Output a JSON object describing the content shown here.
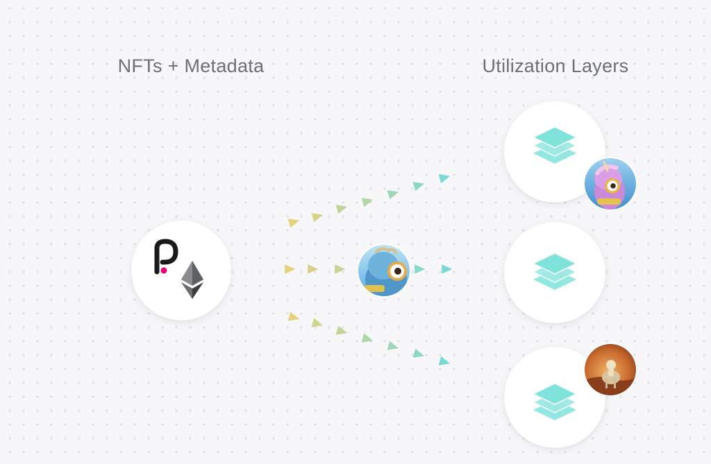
{
  "headings": {
    "left": "NFTs + Metadata",
    "right": "Utilization Layers"
  },
  "icons": {
    "source_chain_1": "polkadot-icon",
    "source_chain_2": "ethereum-icon",
    "layer": "layers-stack-icon",
    "nft_in_transit": "blue-creature-nft-avatar",
    "nft_top": "purple-unicorn-nft-avatar",
    "nft_bottom": "desert-rider-nft-avatar"
  },
  "colors": {
    "polkadot_accent": "#e6007a",
    "ethereum": "#3c3c3d",
    "layer_icon": "#7fe3dc",
    "arrow_start": "#e6d27a",
    "arrow_end": "#7ad9d4",
    "heading_text": "#6b6f76"
  }
}
